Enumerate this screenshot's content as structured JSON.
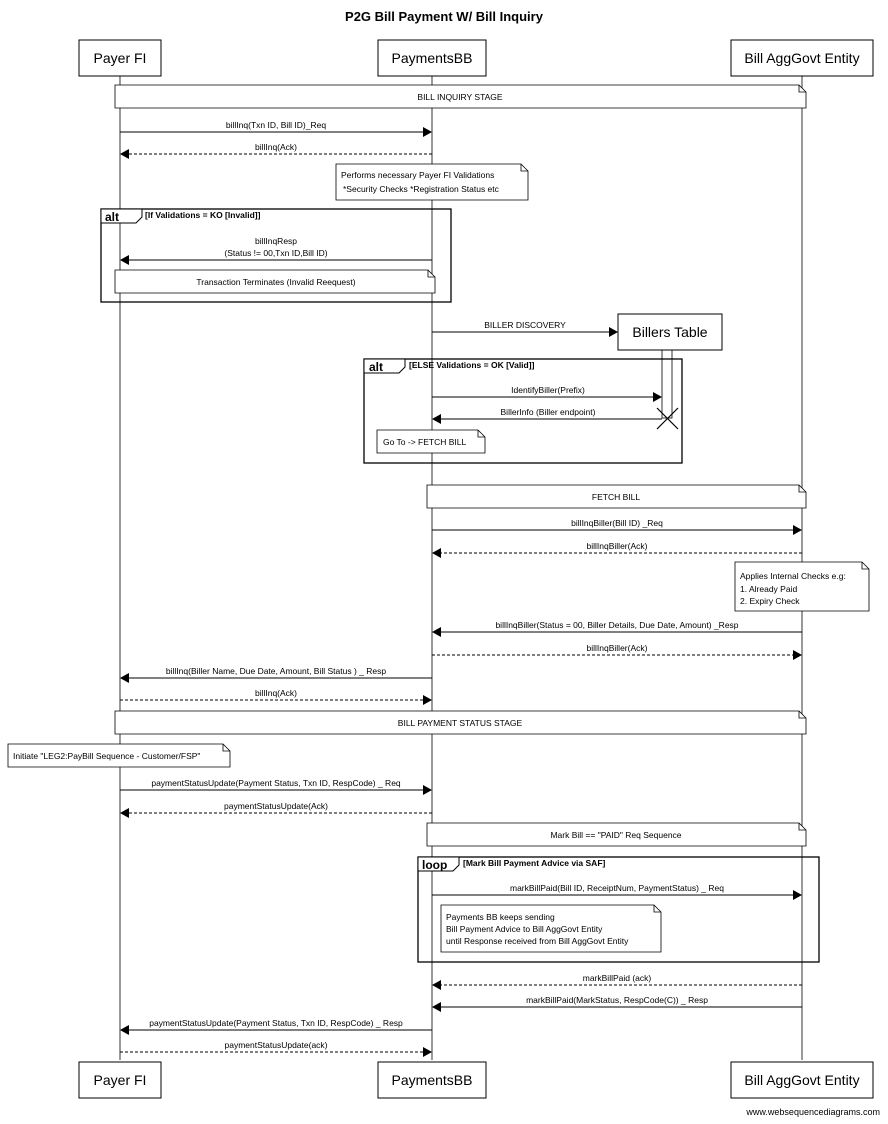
{
  "title": "P2G Bill Payment W/ Bill Inquiry",
  "participants": {
    "payer": "Payer FI",
    "payments": "PaymentsBB",
    "biller": "Bill AggGovt Entity",
    "billers_table": "Billers Table"
  },
  "stages": {
    "bill_inquiry": "BILL INQUIRY STAGE",
    "fetch_bill": "FETCH BILL",
    "payment_status": "BILL PAYMENT STATUS STAGE",
    "mark_bill": "Mark Bill == \"PAID\" Req Sequence"
  },
  "messages": {
    "m1": "billInq(Txn ID, Bill ID)_Req",
    "m2": "billInq(Ack)",
    "m3_line1": "billInqResp",
    "m3_line2": "(Status != 00,Txn ID,Bill ID)",
    "m4": "BILLER DISCOVERY",
    "m5": "IdentifyBiller(Prefix)",
    "m6": "BillerInfo (Biller endpoint)",
    "m7": "billInqBiller(Bill ID) _Req",
    "m8": "billInqBiller(Ack)",
    "m9": "billInqBiller(Status = 00, Biller Details, Due Date, Amount) _Resp",
    "m10": "billInqBiller(Ack)",
    "m11": "billInq(Biller Name, Due Date, Amount, Bill Status ) _ Resp",
    "m12": "billInq(Ack)",
    "m13": "paymentStatusUpdate(Payment Status, Txn ID, RespCode) _ Req",
    "m14": "paymentStatusUpdate(Ack)",
    "m15": "markBillPaid(Bill ID, ReceiptNum, PaymentStatus) _ Req",
    "m16": "markBillPaid (ack)",
    "m17": "markBillPaid(MarkStatus, RespCode(C)) _ Resp",
    "m18": "paymentStatusUpdate(Payment Status, Txn ID, RespCode) _ Resp",
    "m19": "paymentStatusUpdate(ack)"
  },
  "notes": {
    "validations": [
      "Performs necessary Payer FI Validations",
      "*Security Checks *Registration Status etc"
    ],
    "terminate": "Transaction Terminates (Invalid Reequest)",
    "goto": "Go To -> FETCH BILL",
    "internal_checks": [
      "Applies Internal Checks e.g:",
      " 1. Already Paid",
      " 2. Expiry Check"
    ],
    "initiate": "Initiate \"LEG2:PayBill Sequence - Customer/FSP\"",
    "keeps_sending": [
      "Payments BB keeps sending",
      " Bill Payment Advice to Bill AggGovt Entity",
      " until Response received from Bill AggGovt Entity"
    ]
  },
  "frames": {
    "alt1_tag": "alt",
    "alt1_cond": "[If  Validations = KO [Invalid]]",
    "alt2_tag": "alt",
    "alt2_cond": "[ELSE Validations = OK [Valid]]",
    "loop_tag": "loop",
    "loop_cond": "[Mark Bill Payment Advice via SAF]"
  },
  "footer": "www.websequencediagrams.com"
}
